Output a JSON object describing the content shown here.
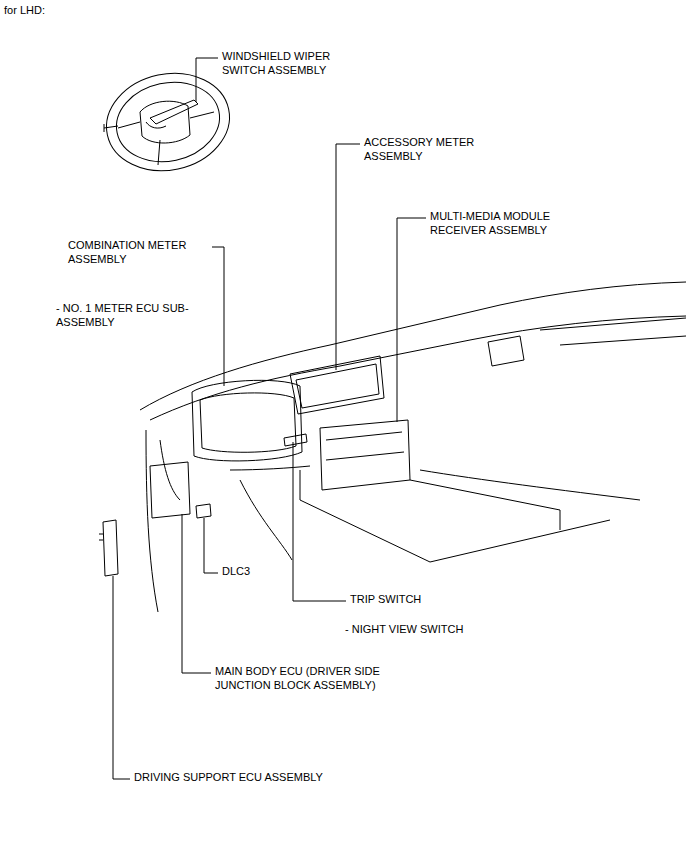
{
  "diagram": {
    "title": "for LHD:",
    "labels": [
      "WINDSHIELD WIPER SWITCH ASSEMBLY",
      "ACCESSORY METER ASSEMBLY",
      "MULTI-MEDIA MODULE RECEIVER ASSEMBLY",
      "COMBINATION METER ASSEMBLY",
      "- NO. 1 METER ECU SUB-ASSEMBLY",
      "DLC3",
      "TRIP SWITCH",
      "- NIGHT VIEW SWITCH",
      "MAIN BODY ECU (DRIVER SIDE JUNCTION BLOCK ASSEMBLY)",
      "DRIVING SUPPORT ECU ASSEMBLY"
    ]
  }
}
